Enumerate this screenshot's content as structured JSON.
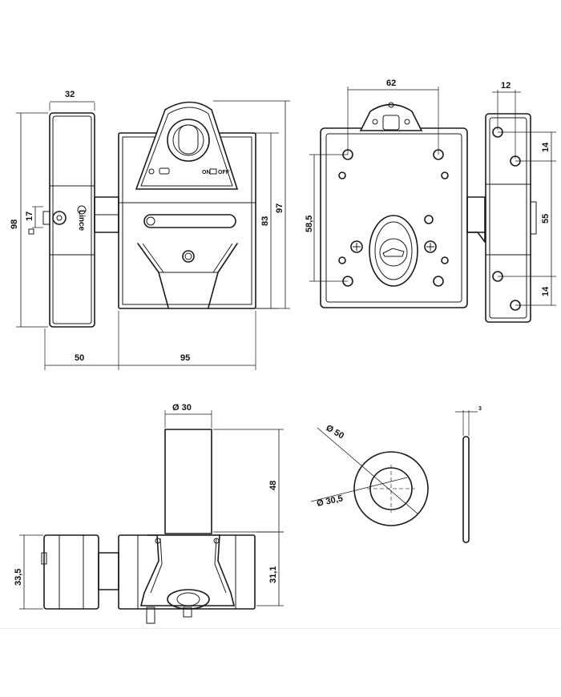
{
  "dimensions": {
    "front_width_cap": "32",
    "front_height_total": "98",
    "front_height_knob": "17",
    "front_height_body_inner": "83",
    "front_height_body": "97",
    "front_width_left": "50",
    "front_width_body": "95",
    "back_width_holes": "62",
    "back_height_holes": "58,5",
    "side_width": "12",
    "side_hole_spacing_top": "14",
    "side_hole_spacing_mid": "55",
    "side_hole_spacing_bottom": "14",
    "bottom_cyl_diameter": "Ø 30",
    "bottom_cyl_length": "48",
    "bottom_height_left": "33,5",
    "bottom_height_right": "31,1",
    "rosette_outer": "Ø 50",
    "rosette_inner": "Ø 30,5",
    "rosette_thickness": "3"
  },
  "labels": {
    "brand": "Lince",
    "switch": "ON",
    "switch_off": "OFF"
  }
}
